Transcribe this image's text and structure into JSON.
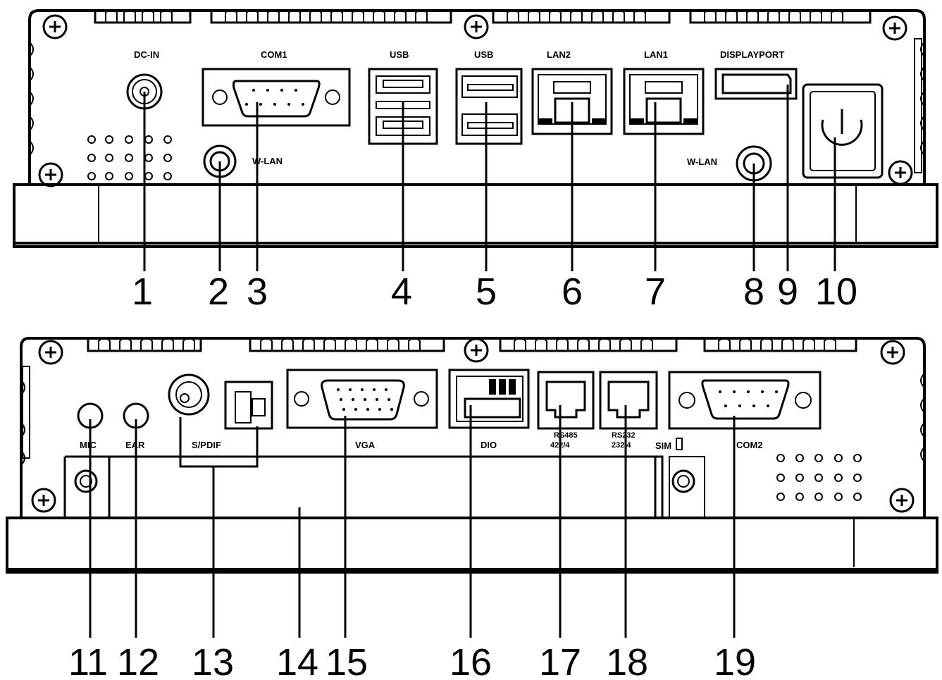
{
  "top_panel": {
    "labels": {
      "dc_in": "DC-IN",
      "com1": "COM1",
      "usb_a": "USB",
      "usb_b": "USB",
      "lan2": "LAN2",
      "lan1": "LAN1",
      "displayport": "DISPLAYPORT",
      "wlan_left": "W-LAN",
      "wlan_right": "W-LAN"
    },
    "callouts": [
      "1",
      "2",
      "3",
      "4",
      "5",
      "6",
      "7",
      "8",
      "9",
      "10"
    ]
  },
  "bottom_panel": {
    "labels": {
      "mic": "MIC",
      "ear": "EAR",
      "spdif": "S/PDIF",
      "vga": "VGA",
      "dio": "DIO",
      "rs485": "RS485",
      "rs485_sub": "422/4",
      "rs232": "RS232",
      "rs232_sub": "232/4",
      "sim": "SIM",
      "com2": "COM2"
    },
    "callouts": [
      "11",
      "12",
      "13",
      "14",
      "15",
      "16",
      "17",
      "18",
      "19"
    ]
  }
}
